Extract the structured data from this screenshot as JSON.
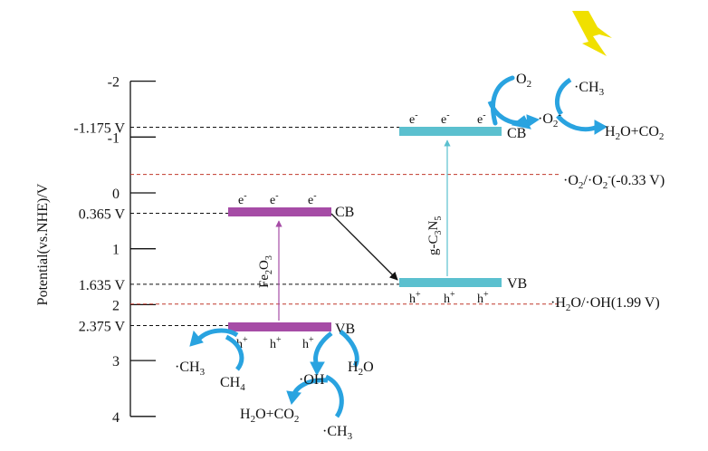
{
  "axis": {
    "label": "Potential(vs.NHE)/V",
    "ticks": [
      {
        "value": -2,
        "label": "-2"
      },
      {
        "value": -1,
        "label": "-1"
      },
      {
        "value": 0,
        "label": "0"
      },
      {
        "value": 1,
        "label": "1"
      },
      {
        "value": 2,
        "label": "2"
      },
      {
        "value": 3,
        "label": "3"
      },
      {
        "value": 4,
        "label": "4"
      }
    ]
  },
  "levels": [
    {
      "id": "cn-cb",
      "value": -1.175,
      "label": "-1.175 V"
    },
    {
      "id": "fe-cb",
      "value": 0.365,
      "label": "0.365 V"
    },
    {
      "id": "cn-vb",
      "value": 1.635,
      "label": "1.635 V"
    },
    {
      "id": "fe-vb",
      "value": 2.375,
      "label": "2.375 V"
    }
  ],
  "references": [
    {
      "id": "o2",
      "value": -0.33,
      "label_main": "O",
      "label_sub1": "2",
      "label_mid": "/·O",
      "label_sub2": "2",
      "label_sup": "-",
      "label_tail": "(-0.33 V)"
    },
    {
      "id": "oh",
      "value": 1.99,
      "label_main": "H",
      "label_sub1": "2",
      "label_mid": "O/·OH(1.99 V)"
    }
  ],
  "fe2o3": {
    "name_main": "Fe",
    "name_sub1": "2",
    "name_mid": "O",
    "name_sub2": "3",
    "cb_label": "CB",
    "vb_label": "VB",
    "electrons": [
      "e",
      "e",
      "e"
    ],
    "electron_sup": "-",
    "holes": [
      "h",
      "h",
      "h"
    ],
    "hole_sup": "+",
    "color": "#a64ca6"
  },
  "gcn": {
    "name_main": "g-C",
    "name_sub1": "3",
    "name_mid": "N",
    "name_sub2": "5",
    "cb_label": "CB",
    "vb_label": "VB",
    "electrons": [
      "e",
      "e",
      "e"
    ],
    "electron_sup": "-",
    "holes": [
      "h",
      "h",
      "h"
    ],
    "hole_sup": "+",
    "color": "#5bc0cf"
  },
  "species": {
    "o2": {
      "main": "O",
      "sub": "2"
    },
    "superoxide": {
      "main": "·O",
      "sub": "2",
      "sup": "-"
    },
    "ch3_top": "·CH",
    "ch3_sub": "3",
    "h2o_co2_top": {
      "a": "H",
      "a_sub": "2",
      "b": "O+CO",
      "b_sub": "2"
    },
    "ch3_left": "·CH",
    "ch4": {
      "main": "CH",
      "sub": "4"
    },
    "oh": "·OH",
    "h2o": {
      "main": "H",
      "sub": "2",
      "tail": "O"
    },
    "h2o_co2_bottom": {
      "a": "H",
      "a_sub": "2",
      "b": "O+CO",
      "b_sub": "2"
    },
    "ch3_bottom": "·CH"
  },
  "colors": {
    "curved_arrow": "#29a3e0",
    "reference_line": "#c0392b",
    "lightning": "#f0e000",
    "transfer_arrow": "#111111"
  }
}
